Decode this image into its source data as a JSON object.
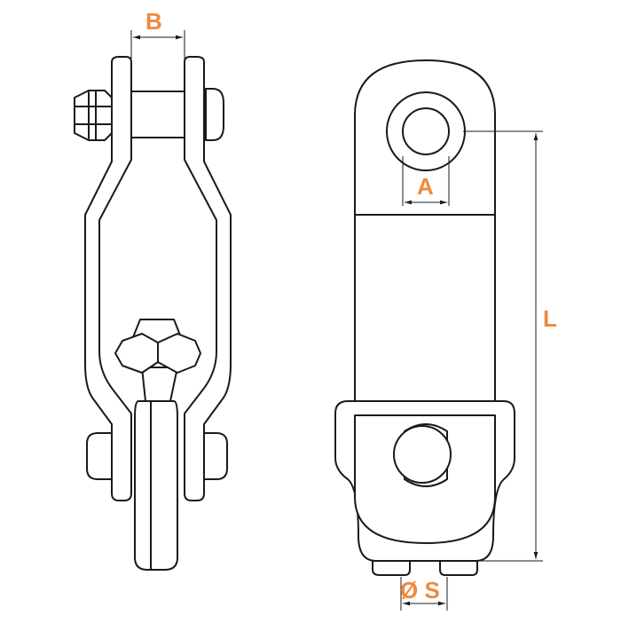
{
  "labels": {
    "b": "B",
    "a": "A",
    "l": "L",
    "s": "Ø S"
  },
  "colors": {
    "label": "#ee8a3c",
    "line": "#1a1a1a"
  }
}
